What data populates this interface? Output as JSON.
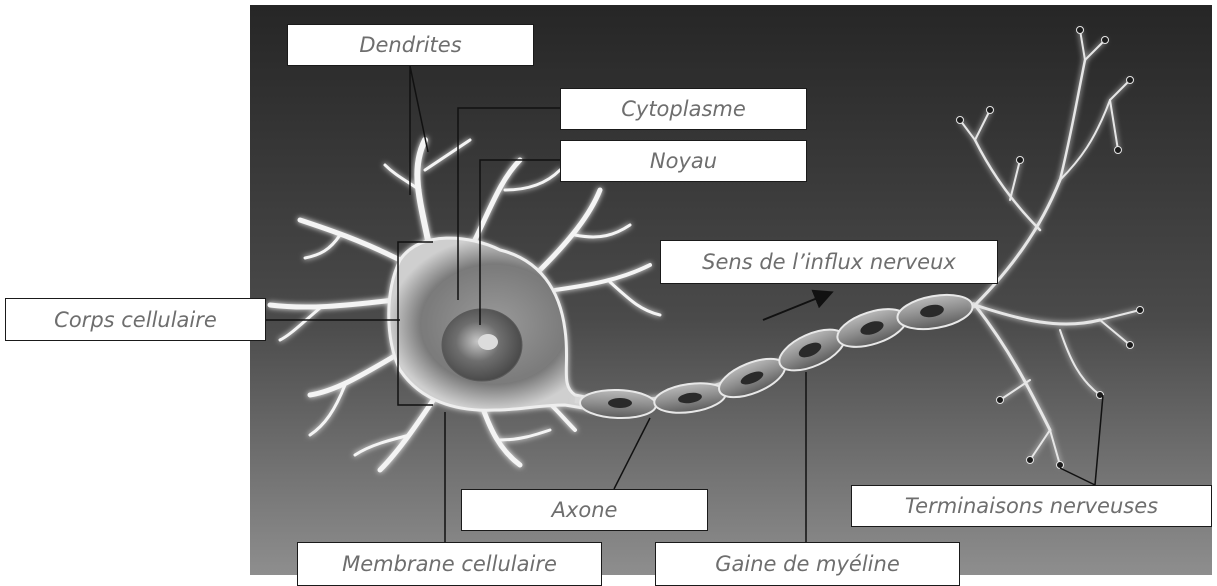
{
  "diagram": {
    "labels": {
      "dendrites": "Dendrites",
      "cytoplasme": "Cytoplasme",
      "noyau": "Noyau",
      "sens_influx": "Sens de l’influx nerveux",
      "corps_cellulaire": "Corps cellulaire",
      "axone": "Axone",
      "terminaisons": "Terminaisons nerveuses",
      "membrane": "Membrane cellulaire",
      "gaine": "Gaine de myéline"
    },
    "colors": {
      "background_top": "#2a2a2a",
      "background_bottom": "#8a8a8a",
      "neuron_glow": "#ffffff",
      "label_text": "#6e6e6e",
      "leader_line": "#111111"
    }
  }
}
